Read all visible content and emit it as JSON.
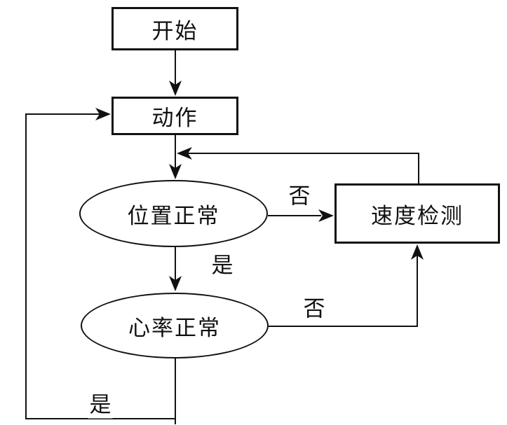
{
  "diagram": {
    "type": "flowchart",
    "background_color": "#ffffff",
    "line_color": "#111111",
    "nodes": [
      {
        "id": "start",
        "shape": "rectangle",
        "label": "开始"
      },
      {
        "id": "action",
        "shape": "rectangle",
        "label": "动作"
      },
      {
        "id": "position-check",
        "shape": "ellipse",
        "label": "位置正常"
      },
      {
        "id": "heart-rate-check",
        "shape": "ellipse",
        "label": "心率正常"
      },
      {
        "id": "speed-detection",
        "shape": "rectangle",
        "label": "速度检测"
      }
    ],
    "edge_labels": [
      {
        "id": "no-1",
        "text": "否"
      },
      {
        "id": "yes-1",
        "text": "是"
      },
      {
        "id": "no-2",
        "text": "否"
      },
      {
        "id": "yes-2",
        "text": "是"
      }
    ],
    "edges": [
      {
        "from": "start",
        "to": "action",
        "label": ""
      },
      {
        "from": "action",
        "to": "position-check",
        "label": ""
      },
      {
        "from": "position-check",
        "to": "speed-detection",
        "label": "否"
      },
      {
        "from": "position-check",
        "to": "heart-rate-check",
        "label": "是"
      },
      {
        "from": "heart-rate-check",
        "to": "speed-detection",
        "label": "否"
      },
      {
        "from": "heart-rate-check",
        "to": "action",
        "label": "是"
      },
      {
        "from": "speed-detection",
        "to": "position-check",
        "label": ""
      }
    ]
  }
}
